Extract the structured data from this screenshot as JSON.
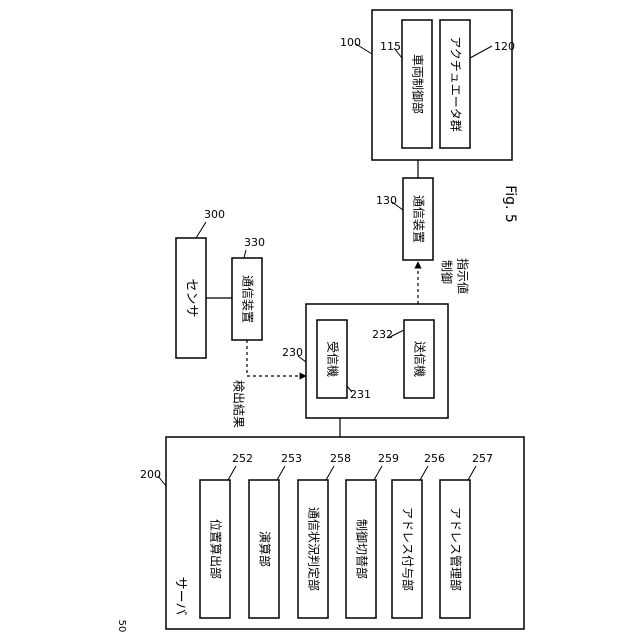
{
  "figure_label": "Fig. 5",
  "page_number": "50",
  "blocks": {
    "vehicle": {
      "ref": "100",
      "label": ""
    },
    "vehicle_control_unit": {
      "ref": "115",
      "label": "車両制御部"
    },
    "actuator_group": {
      "ref": "120",
      "label": "アクチュエータ群"
    },
    "vehicle_comm_device": {
      "ref": "130",
      "label": "通信装置"
    },
    "sensor": {
      "ref": "300",
      "label": "センサ"
    },
    "sensor_comm_device": {
      "ref": "330",
      "label": "通信装置"
    },
    "transceiver": {
      "ref": "230",
      "label": ""
    },
    "receiver": {
      "ref": "231",
      "label": "受信機"
    },
    "transmitter": {
      "ref": "232",
      "label": "送信機"
    },
    "server": {
      "ref": "200",
      "label": "サーバ"
    },
    "position_calc": {
      "ref": "252",
      "label": "位置算出部"
    },
    "computation": {
      "ref": "253",
      "label": "演算部"
    },
    "comm_status_judge": {
      "ref": "258",
      "label": "通信状況判定部"
    },
    "control_switch": {
      "ref": "259",
      "label": "制御切替部"
    },
    "address_assign": {
      "ref": "256",
      "label": "アドレス付与部"
    },
    "address_manage": {
      "ref": "257",
      "label": "アドレス管理部"
    }
  },
  "signals": {
    "detection_result": "検出結果",
    "control_command_line1": "制御",
    "control_command_line2": "指示値"
  }
}
